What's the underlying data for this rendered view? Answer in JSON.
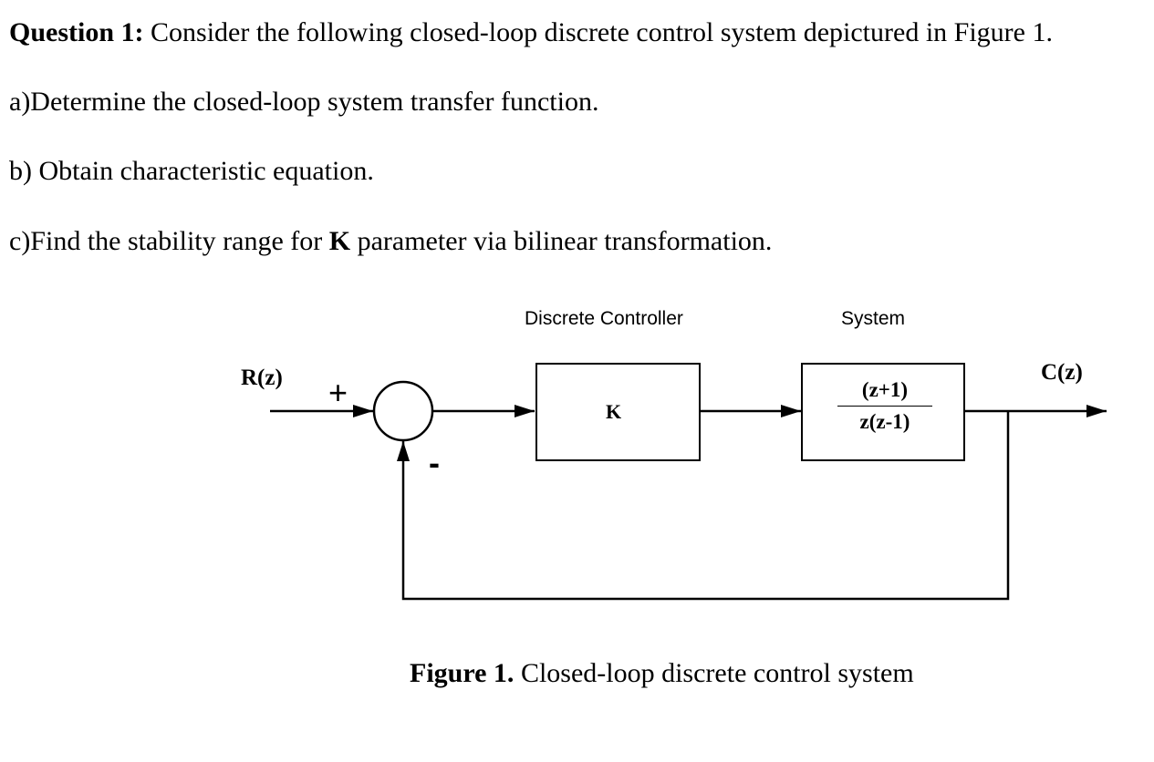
{
  "question": {
    "title_label": "Question 1:",
    "title_text": " Consider the following closed-loop discrete control system depictured in Figure 1.",
    "part_a": "a)Determine the closed-loop system transfer function.",
    "part_b": "b) Obtain characteristic equation.",
    "part_c_before": "c)Find the stability range for ",
    "part_c_bold": "K",
    "part_c_after": " parameter via bilinear transformation."
  },
  "diagram": {
    "input_label": "R(z)",
    "plus_sign": "+",
    "minus_sign": "-",
    "controller_title": "Discrete Controller",
    "controller_gain": "K",
    "system_title": "System",
    "system_numerator": "(z+1)",
    "system_denominator": "z(z-1)",
    "output_label": "C(z)"
  },
  "figure": {
    "caption_label": "Figure 1.",
    "caption_text": " Closed-loop discrete control system"
  }
}
